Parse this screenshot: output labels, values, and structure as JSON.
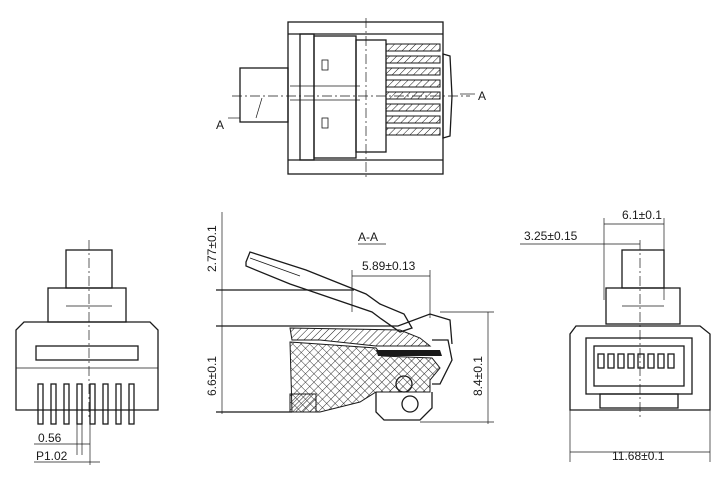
{
  "top_view": {
    "section_left": "A",
    "section_right": "A"
  },
  "section_view": {
    "title": "A-A",
    "dim_2_77": "2.77±0.1",
    "dim_5_89": "5.89±0.13",
    "dim_6_6": "6.6±0.1",
    "dim_8_4": "8.4±0.1"
  },
  "side_view": {
    "dim_0_56": "0.56",
    "dim_pitch": "P1.02"
  },
  "front_view": {
    "dim_6_1": "6.1±0.1",
    "dim_3_25": "3.25±0.15",
    "dim_11_68": "11.68±0.1"
  }
}
